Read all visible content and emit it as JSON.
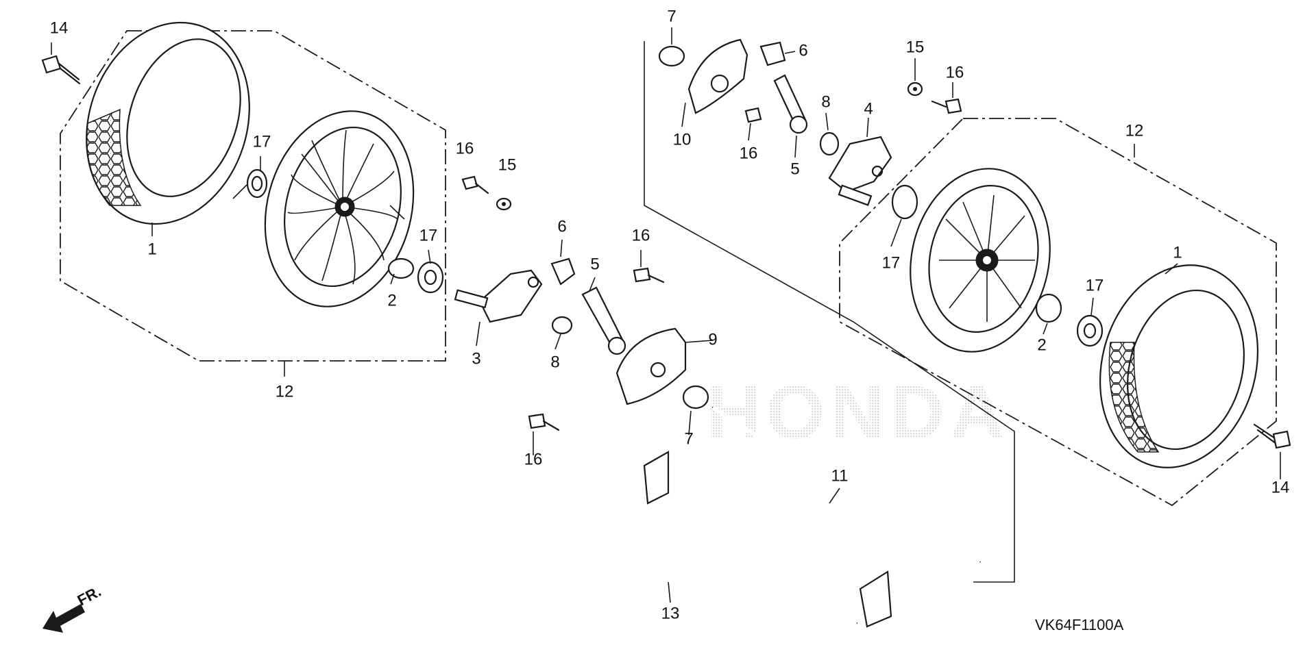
{
  "diagram_code": "VK64F1100A",
  "watermark_text": "HONDA",
  "direction_label": "FR.",
  "callouts": [
    {
      "id": "c-14-left",
      "number": "14"
    },
    {
      "id": "c-17-left-top",
      "number": "17"
    },
    {
      "id": "c-1-left",
      "number": "1"
    },
    {
      "id": "c-16-left-top",
      "number": "16"
    },
    {
      "id": "c-15-left",
      "number": "15"
    },
    {
      "id": "c-2-left",
      "number": "2"
    },
    {
      "id": "c-17-left-bottom",
      "number": "17"
    },
    {
      "id": "c-3",
      "number": "3"
    },
    {
      "id": "c-12-left",
      "number": "12"
    },
    {
      "id": "c-6-left",
      "number": "6"
    },
    {
      "id": "c-5-left",
      "number": "5"
    },
    {
      "id": "c-16-left-mid",
      "number": "16"
    },
    {
      "id": "c-8-left",
      "number": "8"
    },
    {
      "id": "c-9",
      "number": "9"
    },
    {
      "id": "c-16-left-bottom",
      "number": "16"
    },
    {
      "id": "c-7-left",
      "number": "7"
    },
    {
      "id": "c-7-right",
      "number": "7"
    },
    {
      "id": "c-6-right",
      "number": "6"
    },
    {
      "id": "c-10",
      "number": "10"
    },
    {
      "id": "c-16-right-mid",
      "number": "16"
    },
    {
      "id": "c-8-right",
      "number": "8"
    },
    {
      "id": "c-4",
      "number": "4"
    },
    {
      "id": "c-5-right",
      "number": "5"
    },
    {
      "id": "c-15-right",
      "number": "15"
    },
    {
      "id": "c-16-right-top",
      "number": "16"
    },
    {
      "id": "c-12-right",
      "number": "12"
    },
    {
      "id": "c-17-right-top",
      "number": "17"
    },
    {
      "id": "c-1-right",
      "number": "1"
    },
    {
      "id": "c-17-right-bottom",
      "number": "17"
    },
    {
      "id": "c-2-right",
      "number": "2"
    },
    {
      "id": "c-11",
      "number": "11"
    },
    {
      "id": "c-13",
      "number": "13"
    },
    {
      "id": "c-14-right",
      "number": "14"
    }
  ]
}
